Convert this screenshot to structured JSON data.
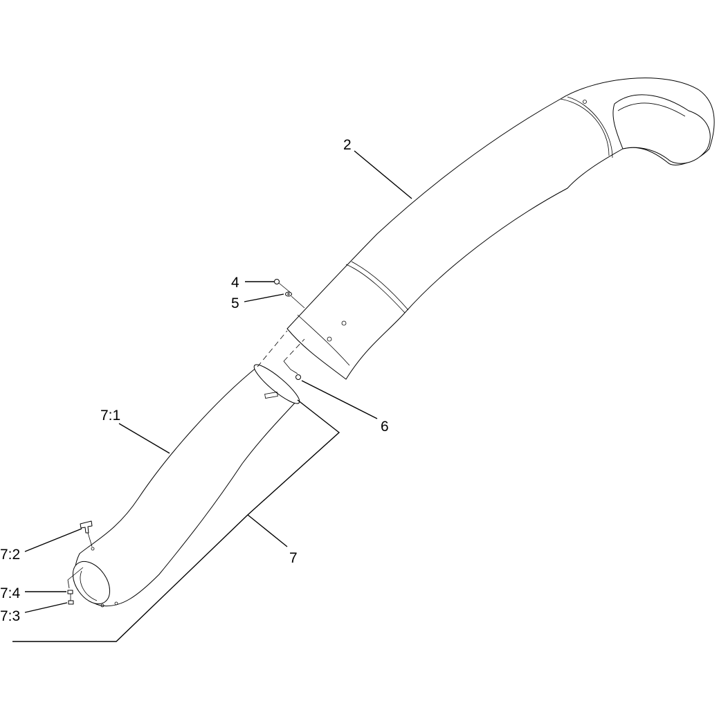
{
  "callouts": {
    "part_2": "2",
    "part_4": "4",
    "part_5": "5",
    "part_6": "6",
    "part_7": "7",
    "part_7_1": "7:1",
    "part_7_2": "7:2",
    "part_7_3": "7:3",
    "part_7_4": "7:4"
  },
  "colors": {
    "line": "#000000",
    "background": "#ffffff"
  }
}
